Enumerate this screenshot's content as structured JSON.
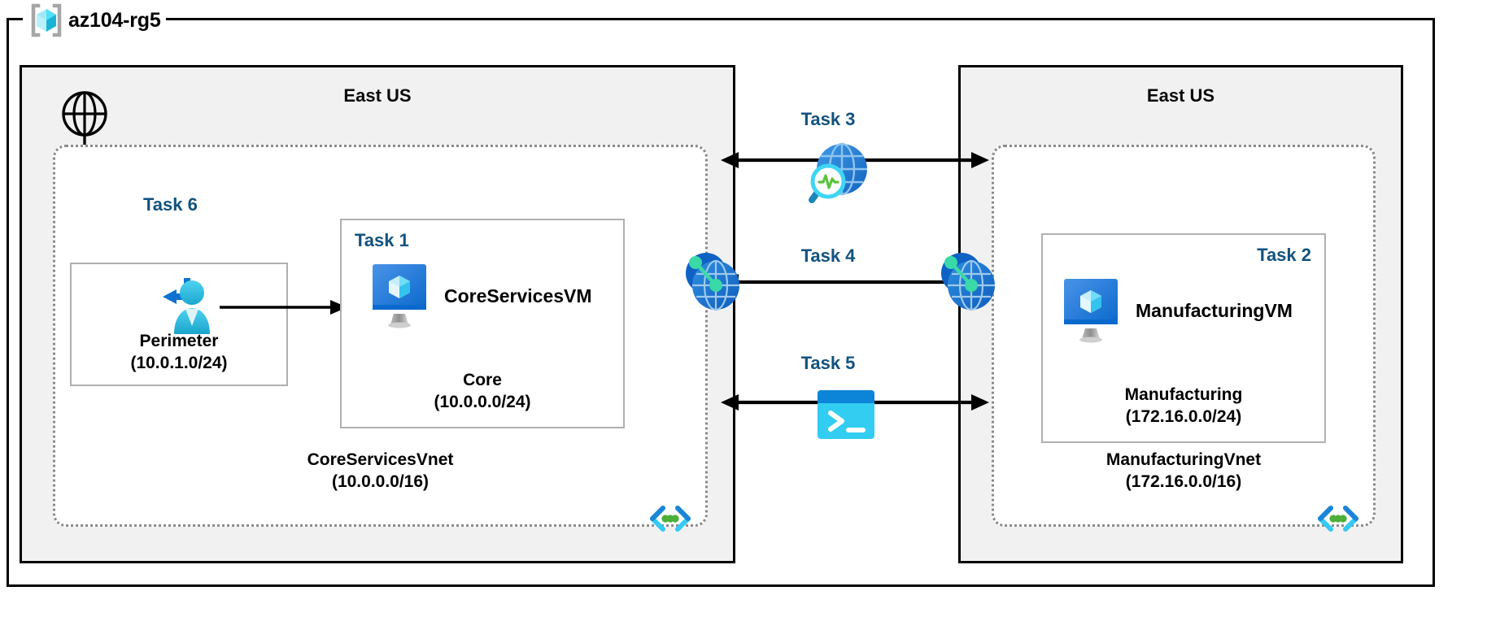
{
  "resource_group": {
    "name": "az104-rg5",
    "icon": "azure-resource-group-icon"
  },
  "regions": [
    {
      "id": "left",
      "title": "East US"
    },
    {
      "id": "right",
      "title": "East US"
    }
  ],
  "vnets": [
    {
      "id": "coreservices",
      "name": "CoreServicesVnet",
      "cidr": "(10.0.0.0/16)",
      "icon": "subnet-code-icon"
    },
    {
      "id": "manufacturing",
      "name": "ManufacturingVnet",
      "cidr": "(172.16.0.0/16)",
      "icon": "subnet-code-icon"
    }
  ],
  "subnets": [
    {
      "id": "perimeter",
      "task": "Task 6",
      "name": "Perimeter",
      "cidr": "(10.0.1.0/24)",
      "icon": "bastion-user-icon"
    },
    {
      "id": "core",
      "task": "Task 1",
      "name": "Core",
      "cidr": "(10.0.0.0/24)",
      "vm": "CoreServicesVM",
      "icon": "virtual-machine-icon"
    },
    {
      "id": "manufacturing",
      "task": "Task 2",
      "name": "Manufacturing",
      "cidr": "(172.16.0.0/24)",
      "vm": "ManufacturingVM",
      "icon": "virtual-machine-icon"
    }
  ],
  "center_tasks": [
    {
      "id": "task3",
      "label": "Task 3",
      "icon": "network-watcher-icon"
    },
    {
      "id": "task4",
      "label": "Task 4",
      "icon": "peering-arrow"
    },
    {
      "id": "task5",
      "label": "Task 5",
      "icon": "cloud-shell-icon"
    }
  ],
  "connectors": {
    "internet_icon": "internet-globe-icon",
    "peering_icon_left": "vnet-peering-icon",
    "peering_icon_right": "vnet-peering-icon"
  },
  "colors": {
    "task_label": "#11527f",
    "region_fill": "#f1f1f1",
    "vnet_border": "#8a8a8a",
    "subnet_border": "#b0b0b0",
    "azure_blue": "#0078d4",
    "cyan": "#32c8f0",
    "green": "#4caf38"
  }
}
